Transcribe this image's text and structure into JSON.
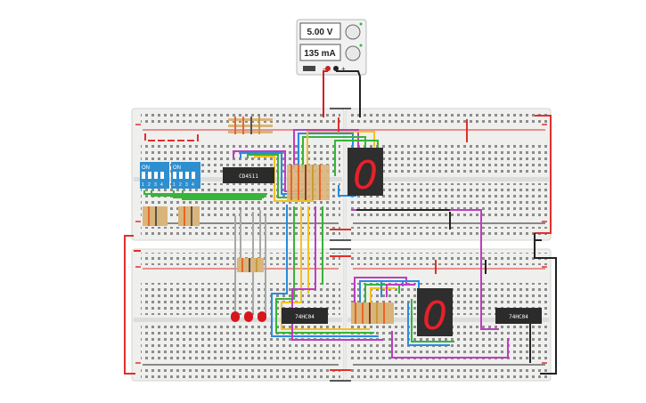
{
  "power_supply": {
    "voltage": "5.00 V",
    "current": "135 mA",
    "neg_symbol": "−",
    "pos_symbol": "+"
  },
  "dip_switches": [
    {
      "on_label": "ON",
      "pins": [
        "1",
        "2",
        "3",
        "4"
      ]
    },
    {
      "on_label": "ON",
      "pins": [
        "1",
        "2",
        "3",
        "4"
      ]
    }
  ],
  "chips": {
    "decoder": "CD4511",
    "inverter_a": "74HC04",
    "inverter_b": "74HC04"
  },
  "seven_segment_displays": [
    {
      "digit": "0",
      "color": "#e8202a"
    },
    {
      "digit": "0",
      "color": "#e8202a"
    }
  ],
  "leds": {
    "count": 3,
    "color": "#d8141c"
  },
  "colors": {
    "breadboard": "#efefed",
    "rail_red": "#e0302a",
    "rail_black": "#222222",
    "chip": "#2b2b2b",
    "display_body": "#2e2e2e",
    "dip_switch": "#2d8fd0"
  }
}
